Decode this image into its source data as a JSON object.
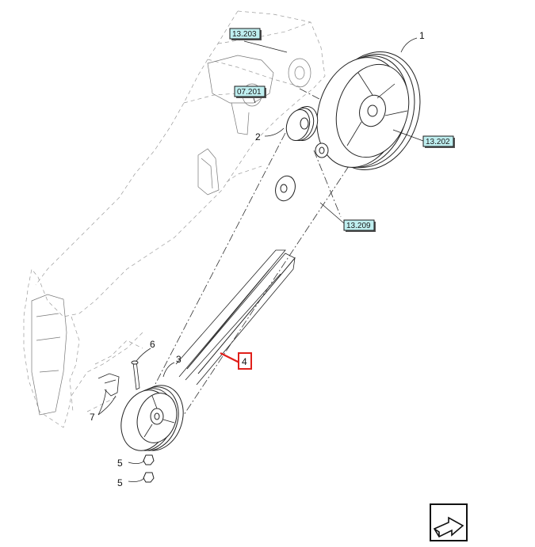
{
  "diagram": {
    "part_labels": {
      "p1": "1",
      "p2": "2",
      "p3": "3",
      "p4": "4",
      "p5a": "5",
      "p5b": "5",
      "p6": "6",
      "p7": "7"
    },
    "references": {
      "r13203": "13.203",
      "r07201": "07.201",
      "r13202": "13.202",
      "r13209": "13.209"
    },
    "highlight_color": "#e0201b",
    "ref_box_color": "#bfeff0",
    "nav_icon": "arrow-icon"
  }
}
